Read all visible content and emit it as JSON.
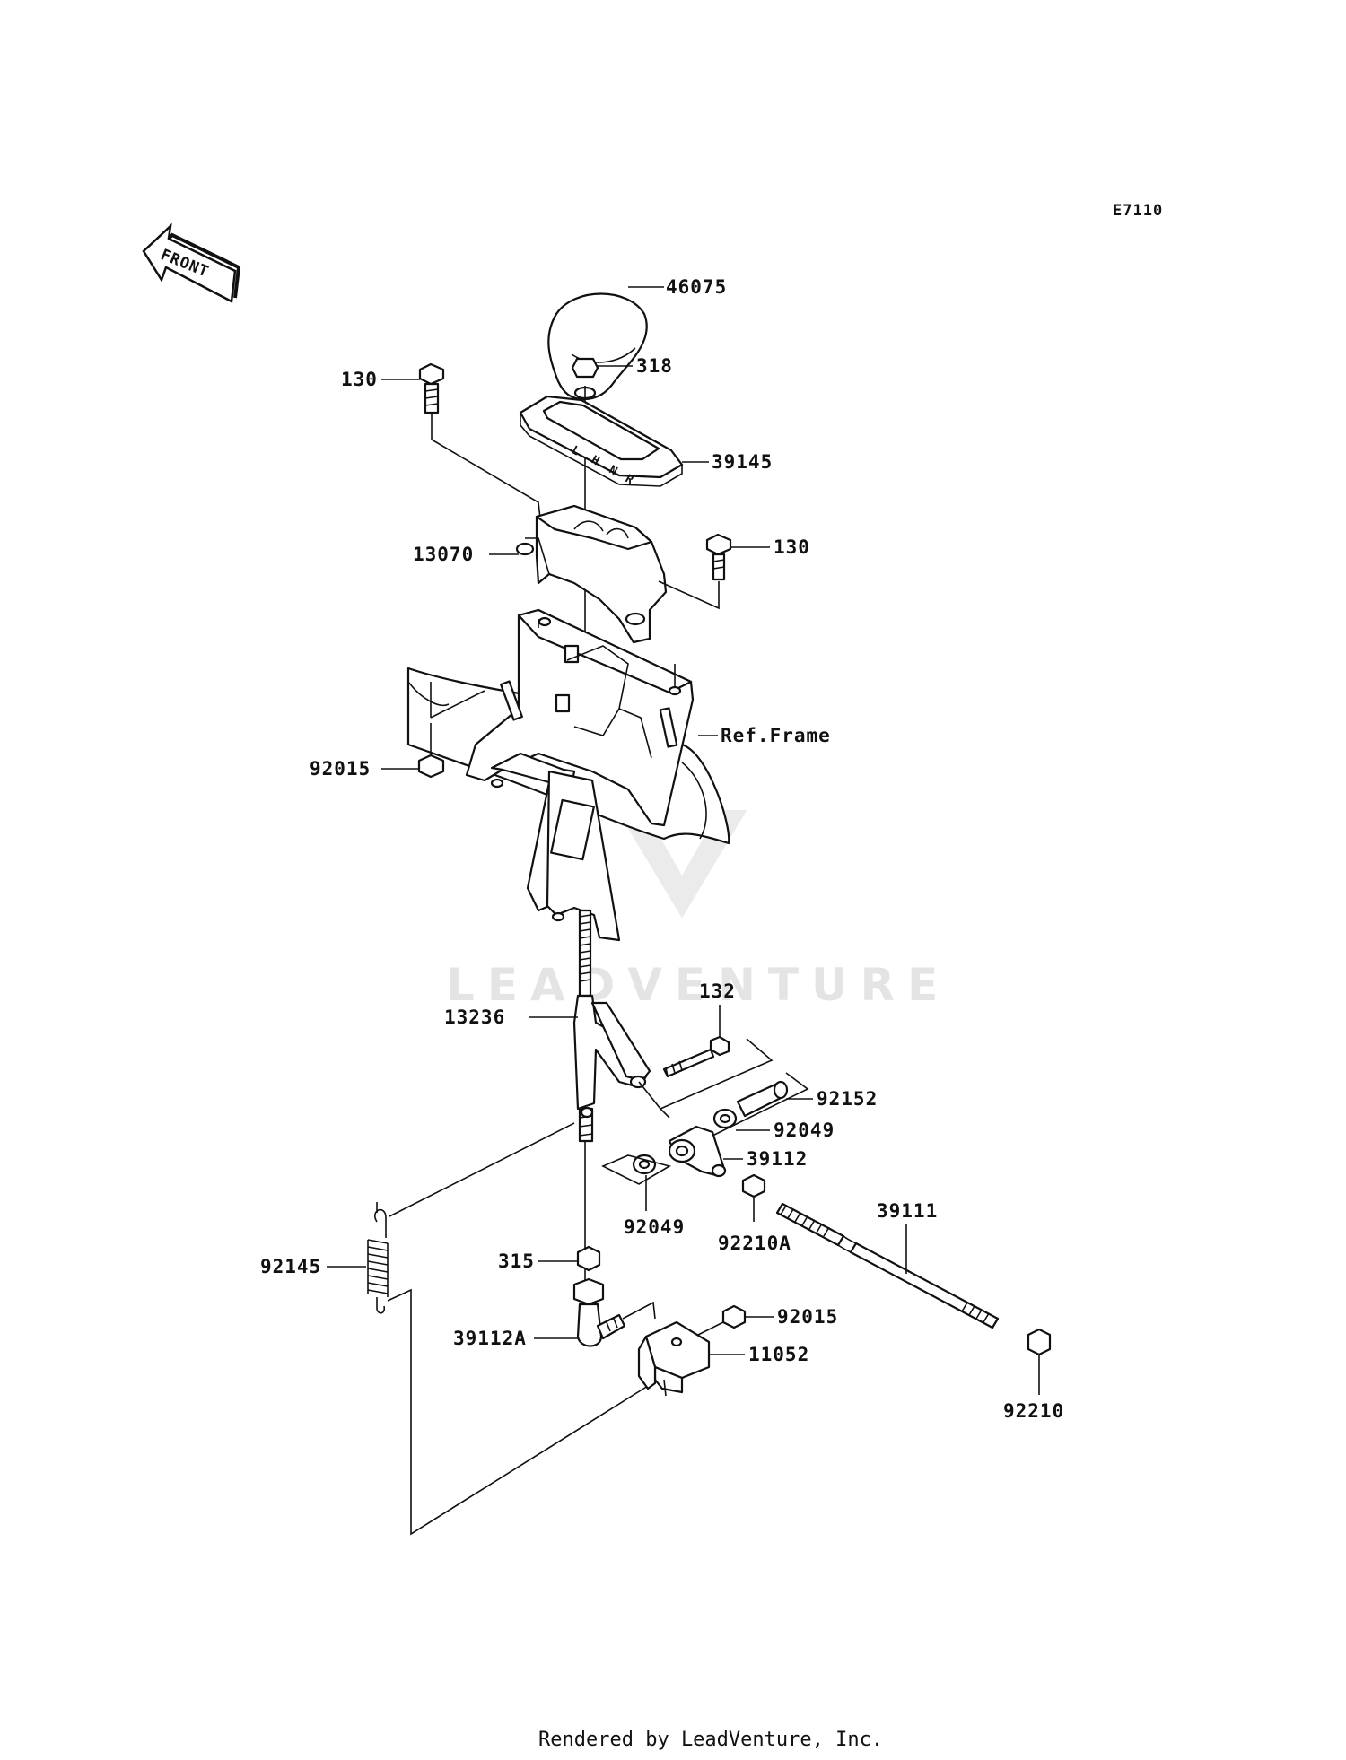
{
  "diagram_code": "E7110",
  "front_label": "FRONT",
  "watermark": "LEADVENTURE",
  "footer": "Rendered by LeadVenture, Inc.",
  "shift_plate_letters": [
    "L",
    "H",
    "N",
    "R"
  ],
  "callouts": {
    "knob": "46075",
    "nut_318": "318",
    "guide_plate": "39145",
    "bolt_130_left": "130",
    "bolt_130_right": "130",
    "holder": "13070",
    "ref_frame": "Ref.Frame",
    "nut_92015_left": "92015",
    "shift_lever": "13236",
    "bolt_132": "132",
    "collar": "92152",
    "washer_right": "92049",
    "joint": "39112",
    "washer_left": "92049",
    "nut_92210a": "92210A",
    "rod": "39111",
    "spring": "92145",
    "nut_315": "315",
    "nut_92015_right": "92015",
    "joint_a": "39112A",
    "bracket": "11052",
    "nut_92210": "92210"
  }
}
